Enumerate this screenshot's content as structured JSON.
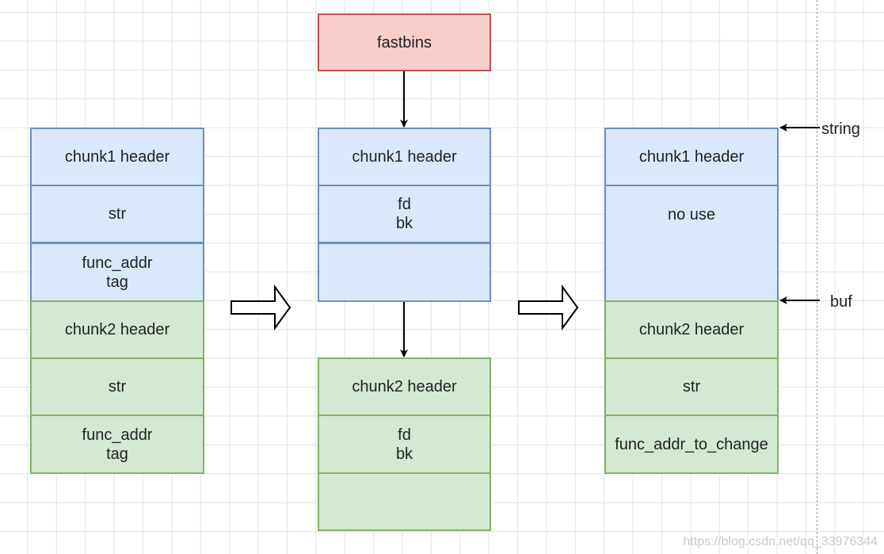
{
  "fastbins": {
    "label": "fastbins"
  },
  "before": {
    "chunk1": {
      "header": "chunk1 header",
      "str": "str",
      "func": "func_addr\ntag"
    },
    "chunk2": {
      "header": "chunk2 header",
      "str": "str",
      "func": "func_addr\ntag"
    }
  },
  "freed": {
    "chunk1": {
      "header": "chunk1 header",
      "links": "fd\nbk",
      "empty": ""
    },
    "chunk2": {
      "header": "chunk2 header",
      "links": "fd\nbk",
      "empty": ""
    }
  },
  "after": {
    "chunk1": {
      "header": "chunk1 header",
      "body": "no use"
    },
    "chunk2": {
      "header": "chunk2 header",
      "str": "str",
      "func": "func_addr_to_change"
    }
  },
  "pointers": {
    "string": "string",
    "buf": "buf"
  },
  "watermark": "https://blog.csdn.net/qq_33976344",
  "colors": {
    "chunk1_fill": "#dae8fc",
    "chunk1_stroke": "#6c8ebf",
    "chunk2_fill": "#d5e8d4",
    "chunk2_stroke": "#82b366",
    "fastbins_fill": "#f8cecc",
    "fastbins_stroke": "#b85450"
  }
}
